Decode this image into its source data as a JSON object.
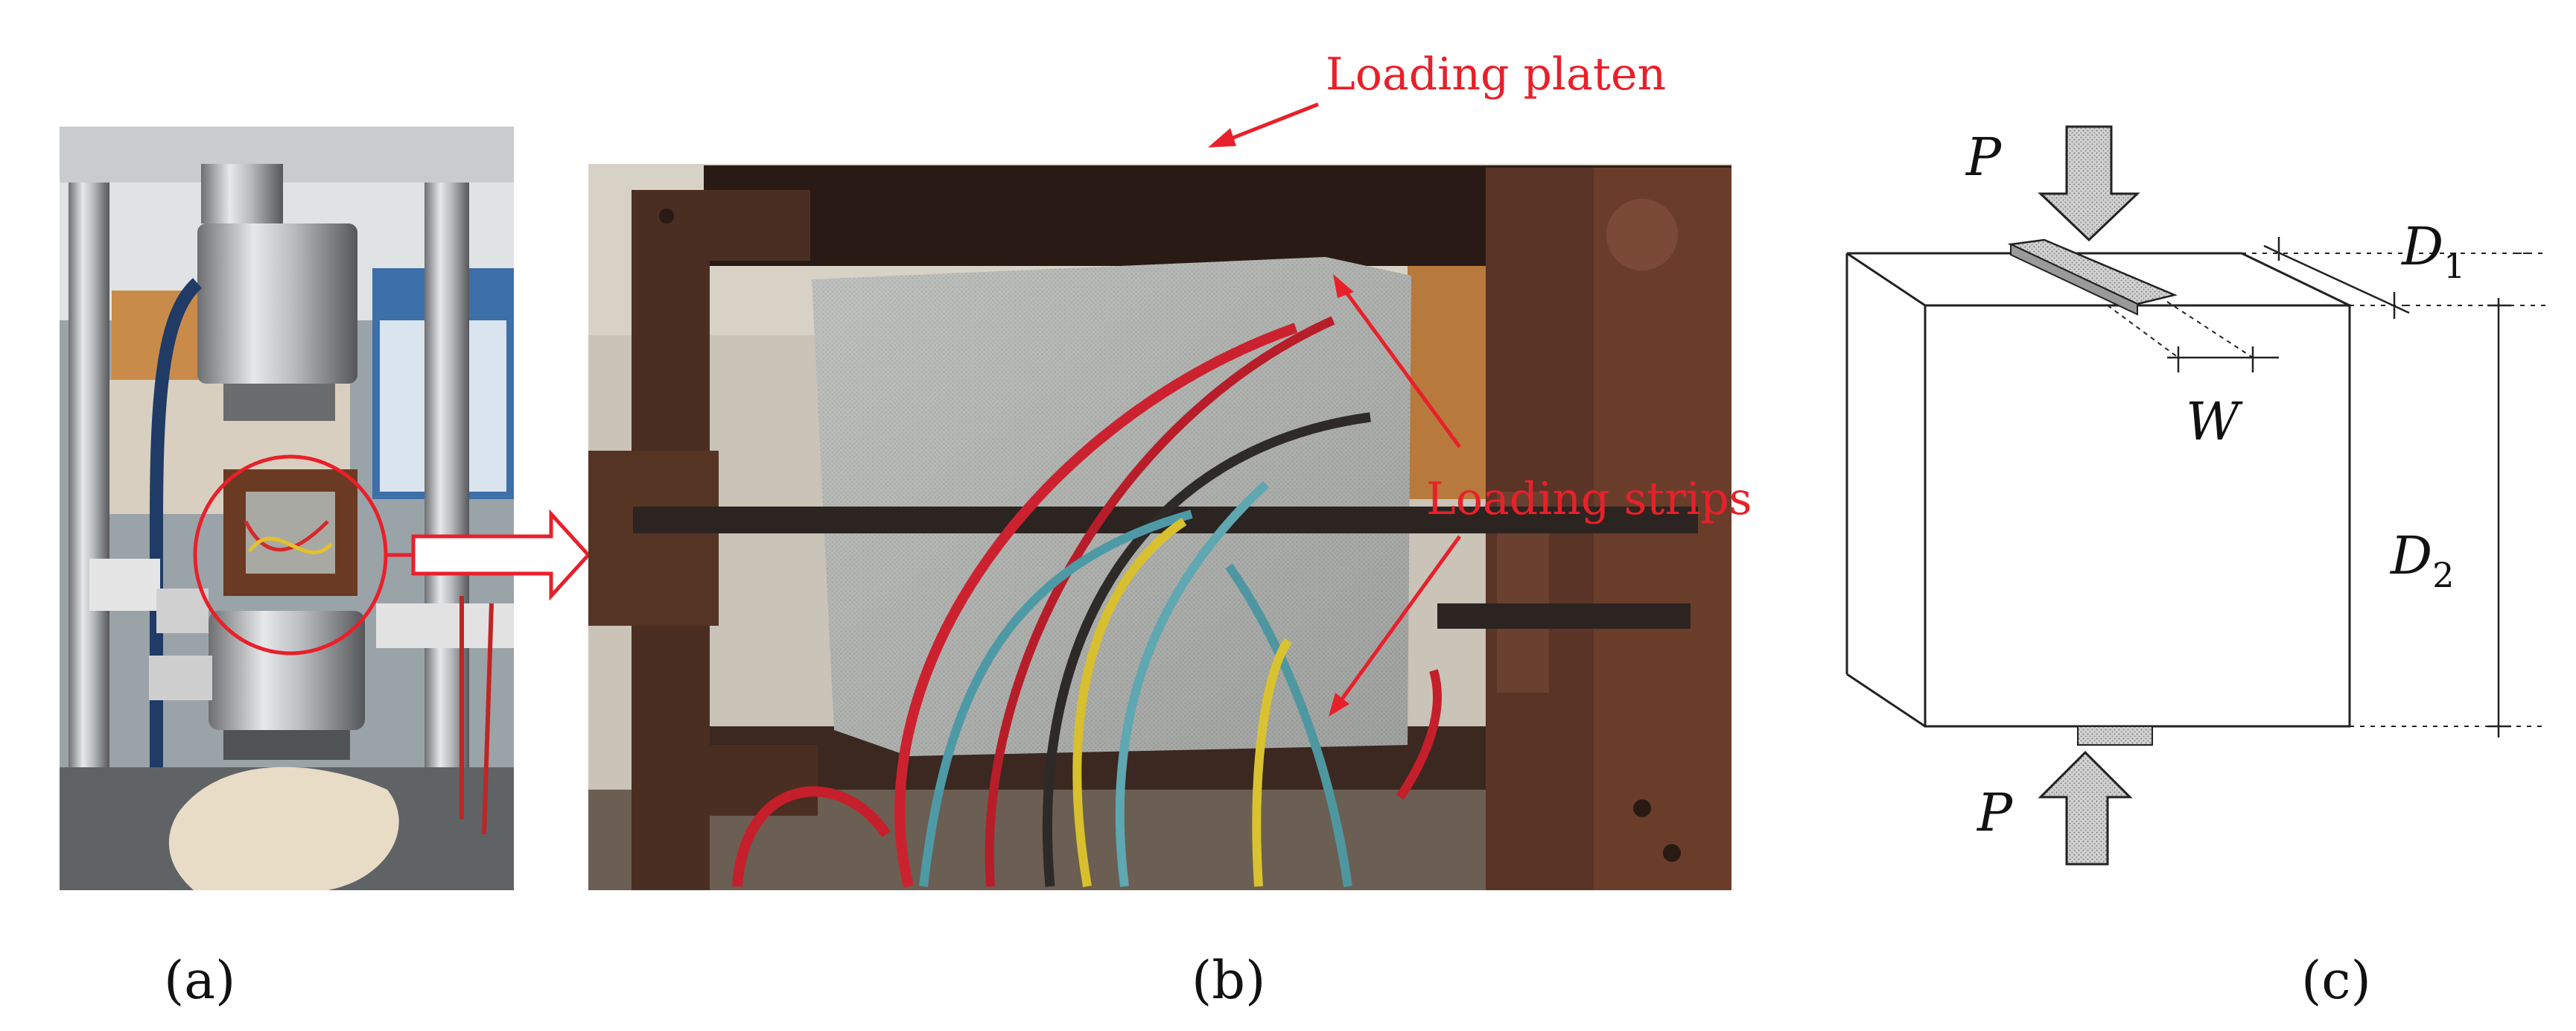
{
  "annotations": {
    "loading_platen": "Loading platen",
    "loading_strips": "Loading strips"
  },
  "diagram_labels": {
    "force_top": "P",
    "force_bottom": "P",
    "d1_main": "D",
    "d1_sub": "1",
    "d2_main": "D",
    "d2_sub": "2",
    "width": "W"
  },
  "captions": {
    "a": "(a)",
    "b": "(b)",
    "c": "(c)"
  },
  "colors": {
    "annotation_red": "#e8202a",
    "line": "#222222",
    "frame_steel": "#4b2e22"
  }
}
